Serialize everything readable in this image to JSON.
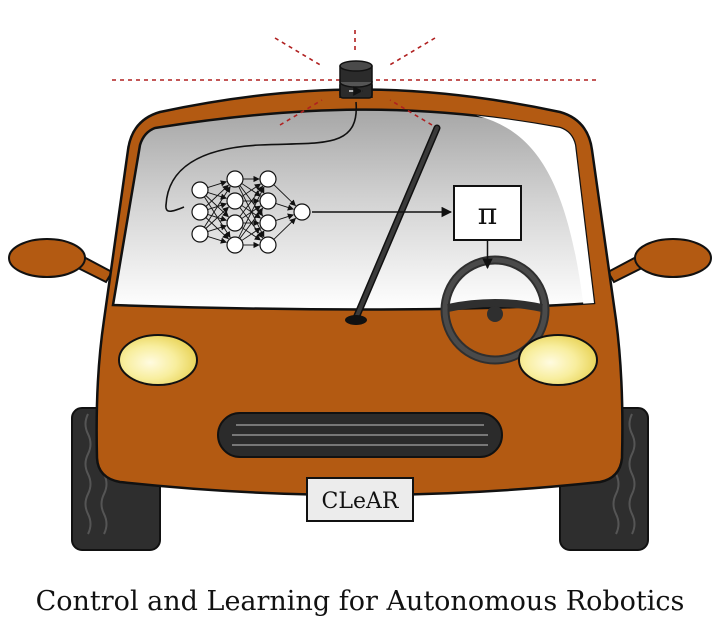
{
  "policy": {
    "symbol": "π"
  },
  "plate": {
    "text": "CLeAR"
  },
  "caption": {
    "text": "Control and Learning for Autonomous Robotics"
  },
  "colors": {
    "body": "#b35a12",
    "outline": "#111111",
    "headlight": "#f5e880",
    "tire": "#2e2e2e",
    "sensor_rays": "#b02020"
  },
  "icons": {
    "sensor": "lidar-sensor-icon",
    "network": "neural-network-icon",
    "steering": "steering-wheel-icon"
  },
  "network": {
    "layers": [
      3,
      4,
      4,
      1
    ]
  }
}
